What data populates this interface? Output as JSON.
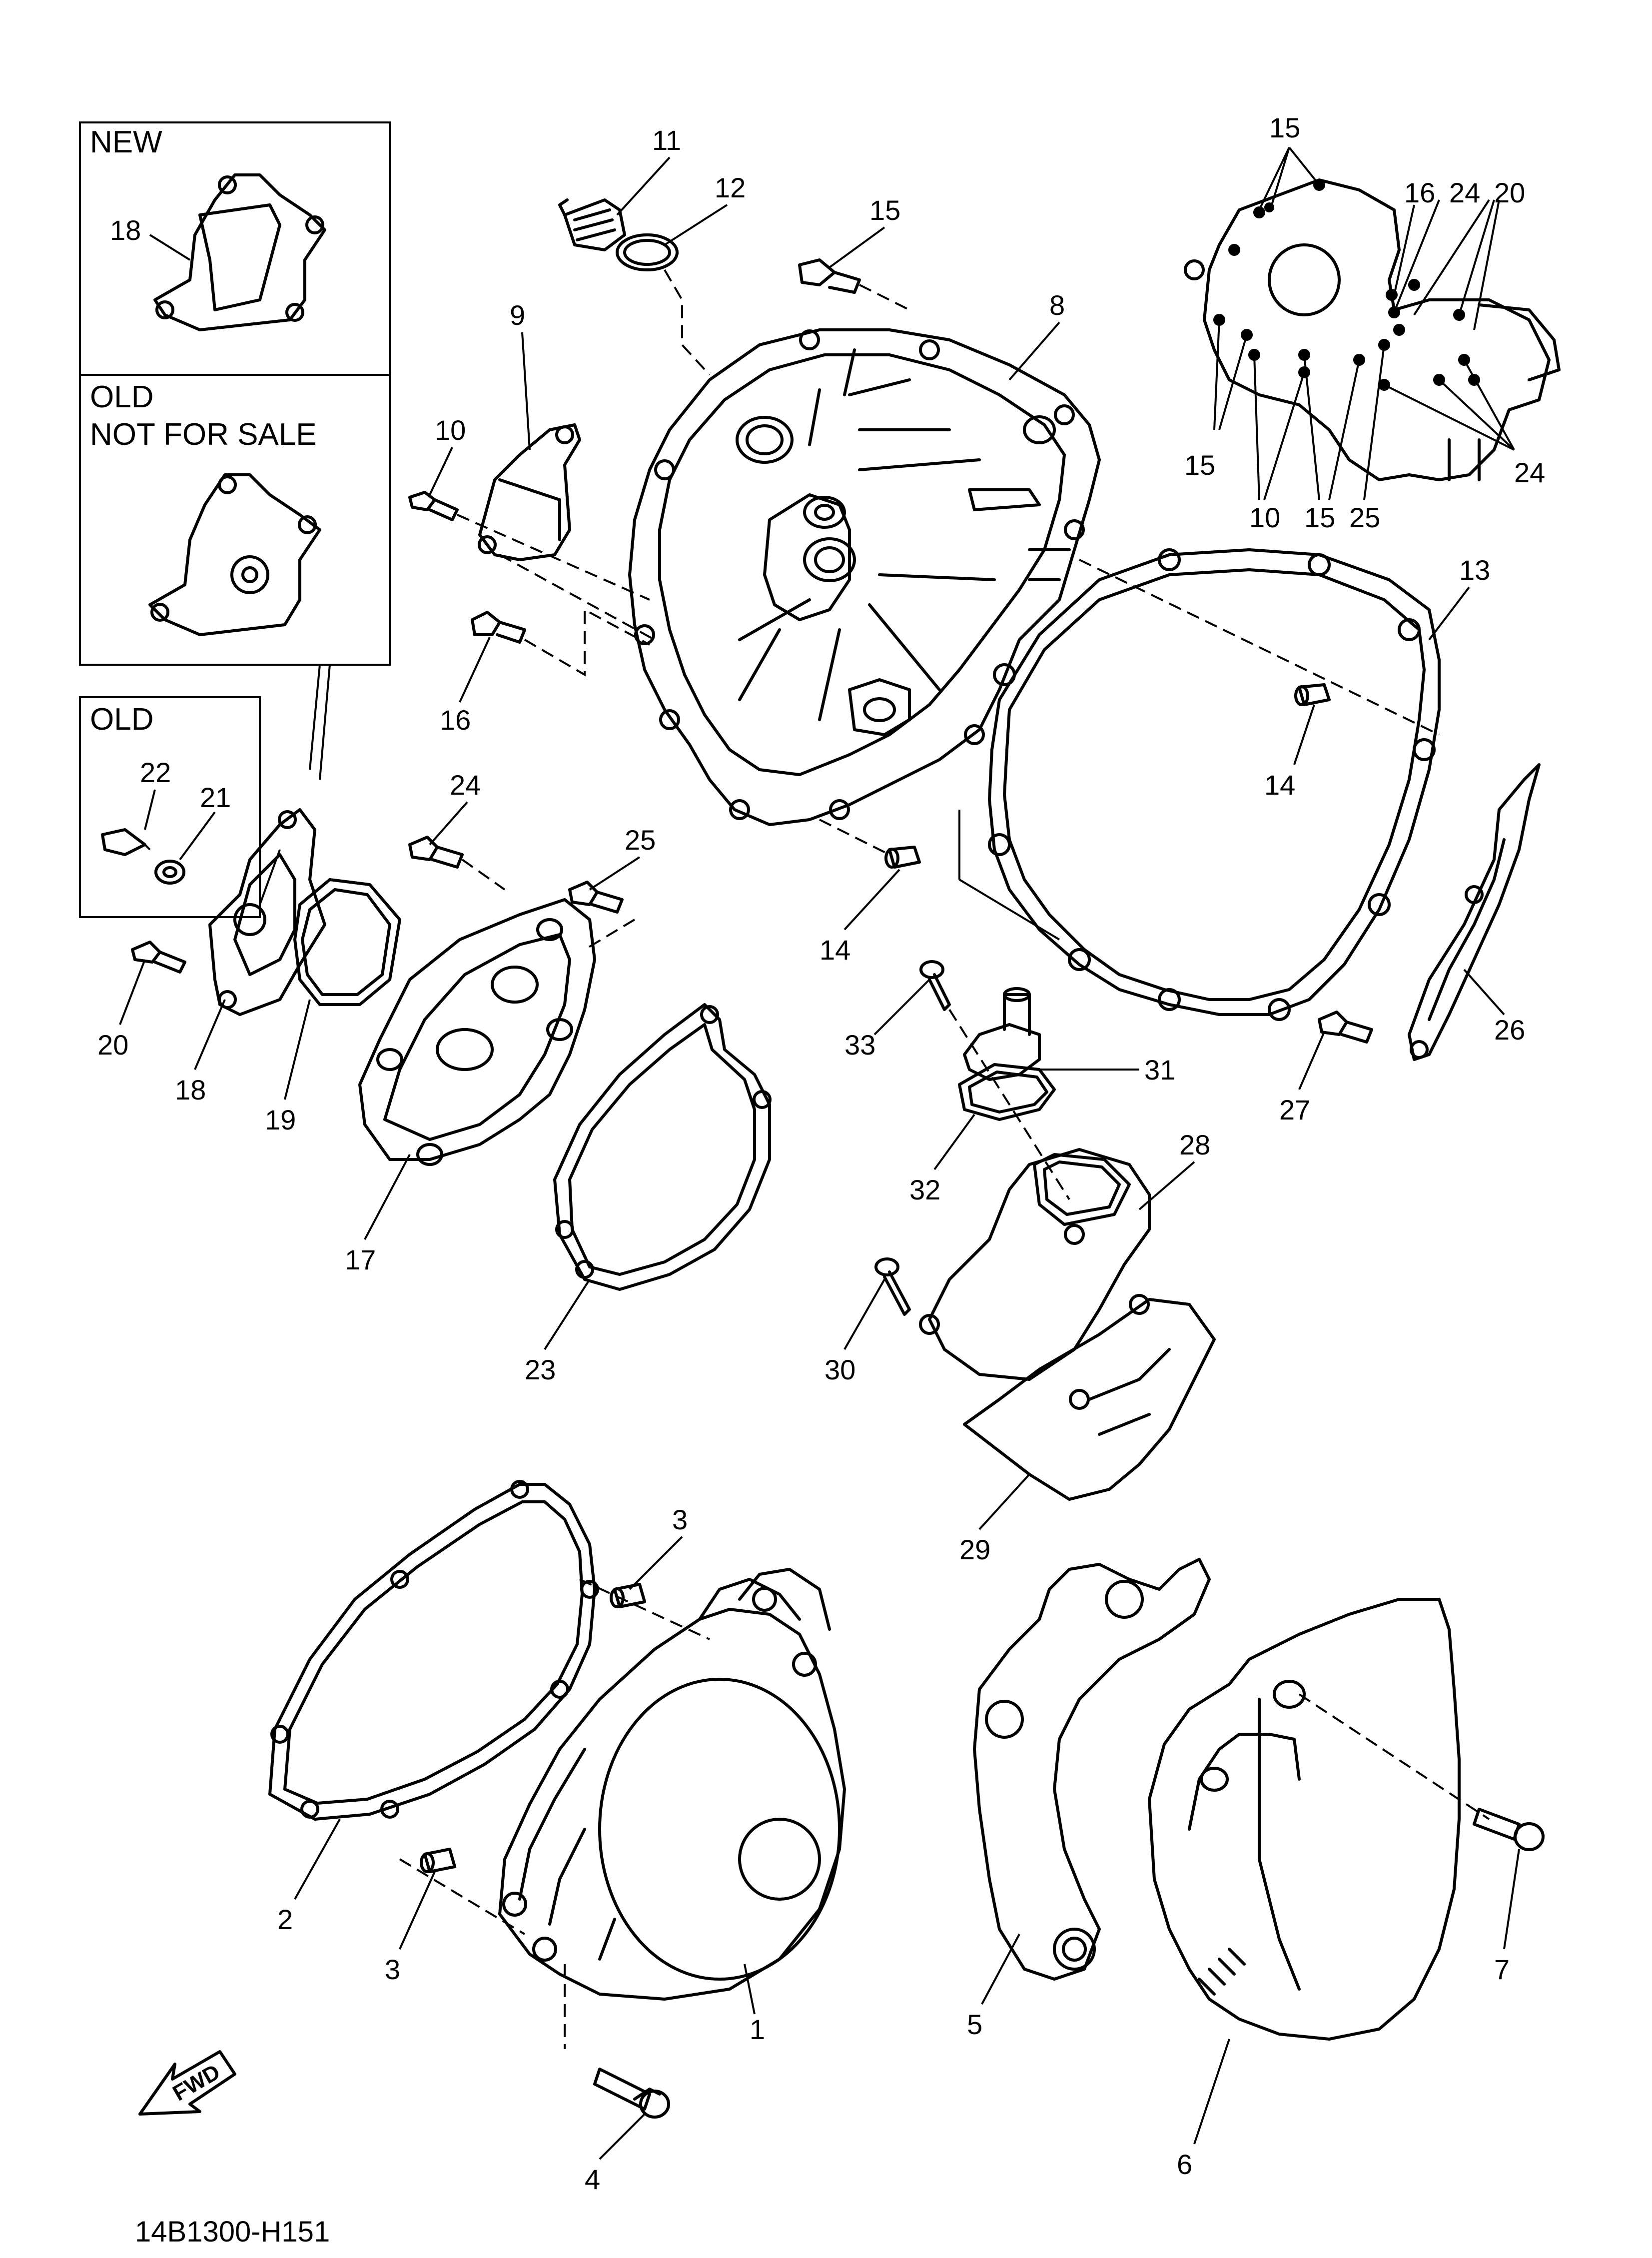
{
  "diagram_code": "14B1300-H151",
  "fwd_arrow": "FWD",
  "insets": {
    "new": {
      "title": "NEW"
    },
    "old_not_for_sale": {
      "title_line1": "OLD",
      "title_line2": "NOT FOR SALE"
    },
    "old": {
      "title": "OLD"
    }
  },
  "labels": {
    "p1": "1",
    "p2": "2",
    "p3a": "3",
    "p3b": "3",
    "p4": "4",
    "p5": "5",
    "p6": "6",
    "p7": "7",
    "p8": "8",
    "p9": "9",
    "p10": "10",
    "p11": "11",
    "p12": "12",
    "p13": "13",
    "p14a": "14",
    "p14b": "14",
    "p15": "15",
    "p16": "16",
    "p17": "17",
    "p18": "18",
    "p18new": "18",
    "p19": "19",
    "p20": "20",
    "p21": "21",
    "p22": "22",
    "p23": "23",
    "p24": "24",
    "p25": "25",
    "p26": "26",
    "p27": "27",
    "p28": "28",
    "p29": "29",
    "p30": "30",
    "p31": "31",
    "p32": "32",
    "p33": "33",
    "r15top": "15",
    "r16": "16",
    "r24top": "24",
    "r20": "20",
    "r15left": "15",
    "r24right": "24",
    "r10": "10",
    "r15bot": "15",
    "r25": "25"
  }
}
